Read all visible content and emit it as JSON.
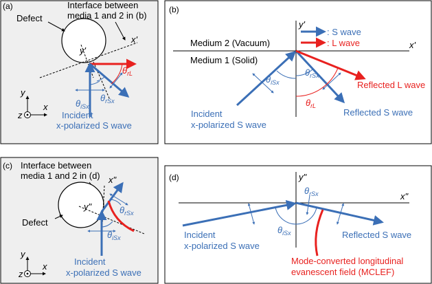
{
  "colors": {
    "s_wave": "#3b6fb6",
    "l_wave": "#e8211f",
    "panel_bg": "#efefef"
  },
  "panel_a": {
    "tag": "(a)",
    "defect": "Defect",
    "interface": [
      "Interface between",
      "media 1 and 2 in (b)"
    ],
    "x_prime": "x'",
    "y_prime": "y'",
    "theta_rL": "θ",
    "theta_rL_sub": "rL",
    "theta_rSx": "θ",
    "theta_rSx_sub": "rSx",
    "theta_iSx": "θ",
    "theta_iSx_sub": "iSx",
    "incident": [
      "Incident",
      "x-polarized S wave"
    ],
    "axis_x": "x",
    "axis_y": "y",
    "axis_z": "z"
  },
  "panel_b": {
    "tag": "(b)",
    "legend_s": ": S wave",
    "legend_l": ": L wave",
    "medium2": "Medium 2 (Vacuum)",
    "medium1": "Medium 1 (Solid)",
    "x_prime": "x'",
    "y_prime": "y'",
    "theta_iSx": "θ",
    "theta_iSx_sub": "iSx",
    "theta_rSx": "θ",
    "theta_rSx_sub": "rSx",
    "theta_rL": "θ",
    "theta_rL_sub": "rL",
    "reflected_l": "Reflected L wave",
    "reflected_s": "Reflected S wave",
    "incident": [
      "Incident",
      "x-polarized S wave"
    ]
  },
  "panel_c": {
    "tag": "(c)",
    "interface": [
      "Interface between",
      "media 1 and 2 in (d)"
    ],
    "defect": "Defect",
    "x_dprime": "x\"",
    "y_dprime": "y\"",
    "theta_rSx": "θ",
    "theta_rSx_sub": "rSx",
    "theta_iSx": "θ",
    "theta_iSx_sub": "iSx",
    "incident": [
      "Incident",
      "x-polarized S wave"
    ],
    "axis_x": "x",
    "axis_y": "y",
    "axis_z": "z"
  },
  "panel_d": {
    "tag": "(d)",
    "x_dprime": "x\"",
    "y_dprime": "y\"",
    "theta_rSx": "θ",
    "theta_rSx_sub": "rSx",
    "theta_iSx": "θ",
    "theta_iSx_sub": "iSx",
    "incident": [
      "Incident",
      "x-polarized S wave"
    ],
    "reflected_s": "Reflected S wave",
    "mclef": [
      "Mode-converted longitudinal",
      "evanescent field (MCLEF)"
    ]
  }
}
